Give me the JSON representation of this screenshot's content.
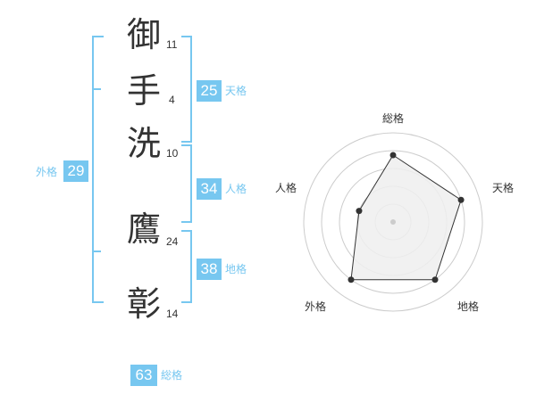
{
  "name": {
    "characters": [
      {
        "char": "御",
        "strokes": "11"
      },
      {
        "char": "手",
        "strokes": "4"
      },
      {
        "char": "洗",
        "strokes": "10"
      },
      {
        "char": "鷹",
        "strokes": "24"
      },
      {
        "char": "彰",
        "strokes": "14"
      }
    ]
  },
  "kakusu": {
    "tenkaku": {
      "value": "25",
      "label": "天格"
    },
    "jinkaku": {
      "value": "34",
      "label": "人格"
    },
    "chikaku": {
      "value": "38",
      "label": "地格"
    },
    "gaikaku": {
      "value": "29",
      "label": "外格"
    },
    "soukaku": {
      "value": "63",
      "label": "総格"
    }
  },
  "radar": {
    "axes": [
      "総格",
      "天格",
      "地格",
      "外格",
      "人格"
    ],
    "values": [
      0.75,
      0.8,
      0.8,
      0.8,
      0.4
    ],
    "color_fill": "#efefef",
    "color_line": "#333333",
    "color_grid": "#cccccc"
  }
}
